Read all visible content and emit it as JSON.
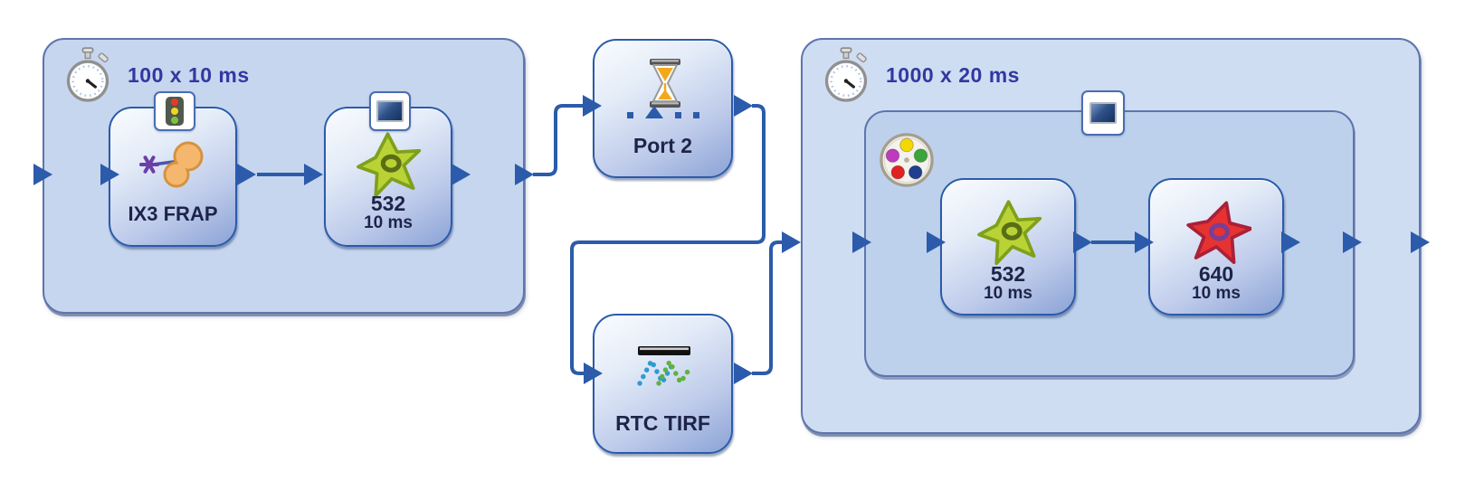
{
  "flow": {
    "loop_left": {
      "repeat_label": "100 x 10 ms",
      "icon": "stopwatch-icon",
      "blocks": {
        "frap": {
          "label": "IX3 FRAP",
          "badge": "traffic-light-icon",
          "icon": "frap-laser-icon"
        },
        "cam532": {
          "label": "532",
          "sublabel": "10 ms",
          "badge": "camera-icon",
          "icon": "dye-532-star-icon"
        }
      }
    },
    "port2": {
      "label": "Port 2",
      "icon": "hourglass-icon",
      "marker": "port-position-icon"
    },
    "rtc_tirf": {
      "label": "RTC TIRF",
      "icon": "tirf-icon"
    },
    "loop_right": {
      "repeat_label": "1000 x 20 ms",
      "icon": "stopwatch-icon",
      "group_badge": "camera-icon",
      "group_icon": "filter-wheel-icon",
      "blocks": {
        "cam532": {
          "label": "532",
          "sublabel": "10 ms",
          "icon": "dye-532-star-icon"
        },
        "cam640": {
          "label": "640",
          "sublabel": "10 ms",
          "icon": "dye-640-star-icon"
        }
      }
    },
    "colors": {
      "accent_blue": "#2b5baa",
      "loop_fill_left": "#c7d6ef",
      "loop_fill_outer": "#cfddf3",
      "loop_fill_inner": "#bdd1ec",
      "loop_border": "#5d76ad",
      "header_text": "#3238a0",
      "block_text": "#1d2449",
      "star_green": "#b9d336",
      "star_red": "#e63332",
      "sand_amber": "#f3a81c",
      "frap_orange": "#f4b76d",
      "laser_purple": "#6b3fa6"
    }
  }
}
